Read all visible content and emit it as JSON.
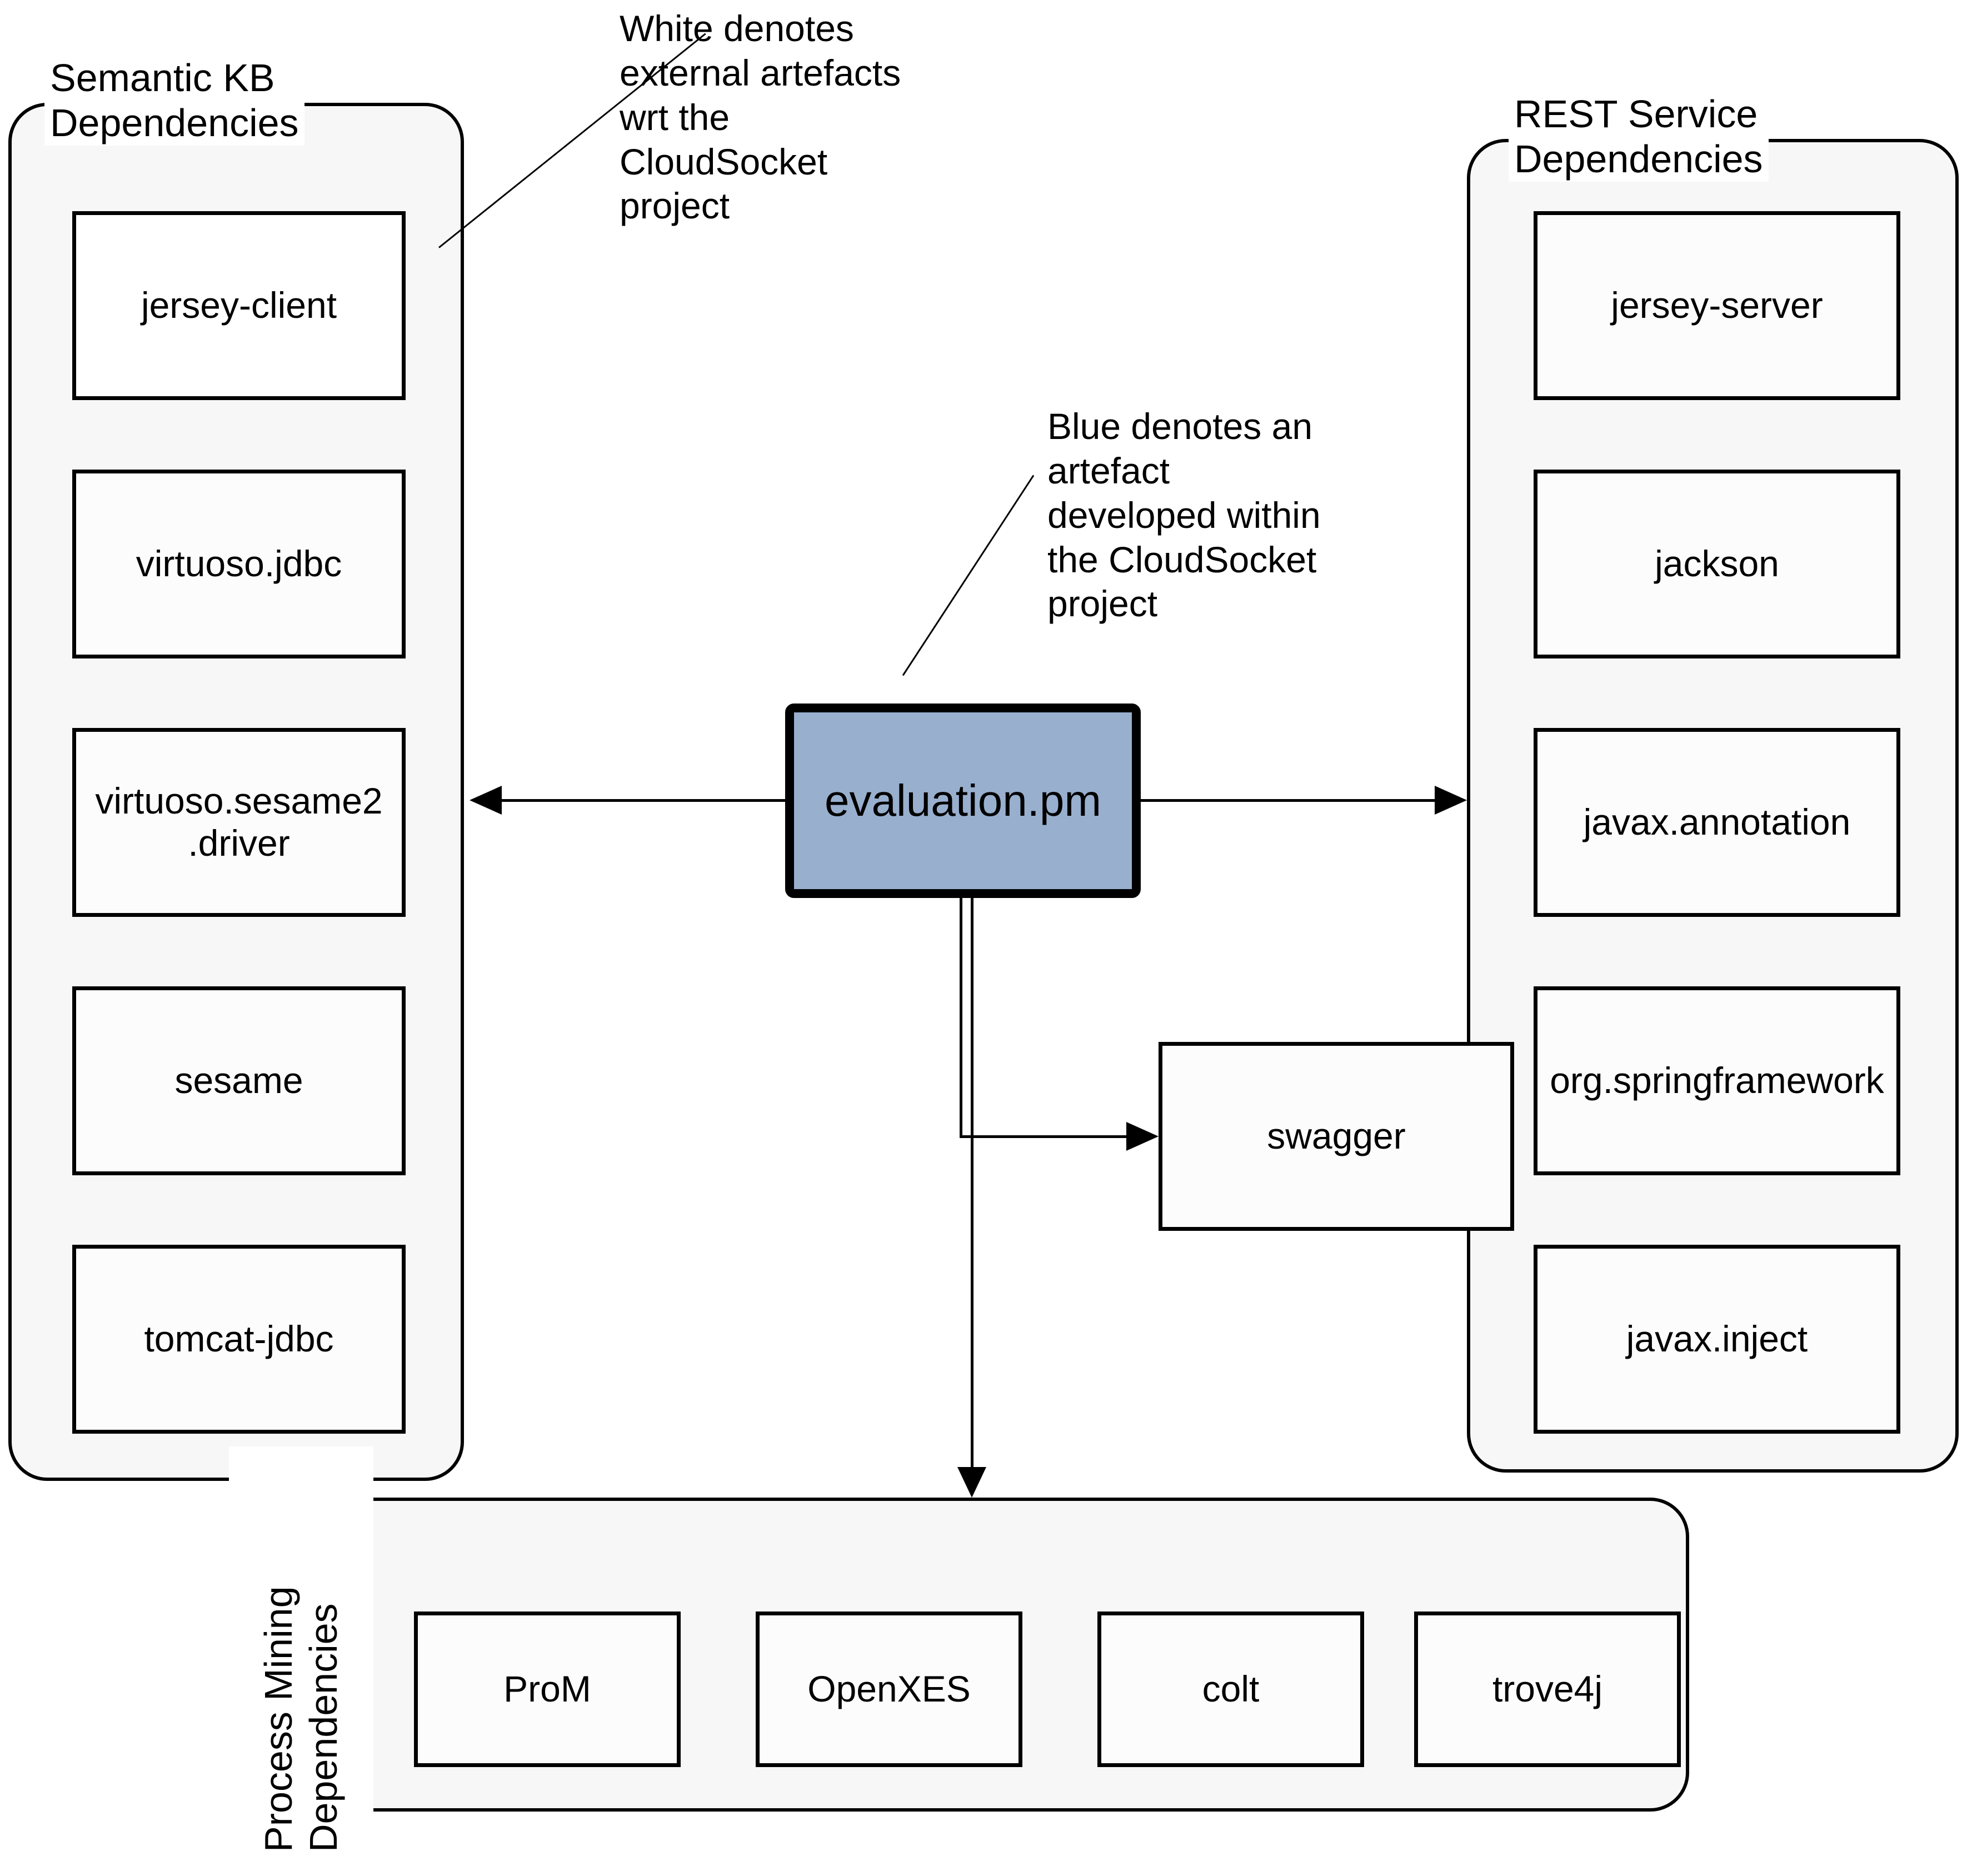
{
  "colors": {
    "artefact_blue": "#99afce",
    "container_fill": "#f7f7f7",
    "box_fill": "#fcfcfc",
    "line_black": "#000000"
  },
  "legend_notes": {
    "white_note": "White denotes\nexternal artefacts\nwrt the\nCloudSocket\nproject",
    "blue_note": "Blue denotes an\nartefact\ndeveloped within\nthe CloudSocket\nproject"
  },
  "center": {
    "label": "evaluation.pm"
  },
  "swagger": {
    "label": "swagger"
  },
  "groups": {
    "semantic_kb": {
      "title": "Semantic KB\nDependencies",
      "items": [
        "jersey-client",
        "virtuoso.jdbc",
        "virtuoso.sesame2\n.driver",
        "sesame",
        "tomcat-jdbc"
      ]
    },
    "rest_service": {
      "title": "REST Service\nDependencies",
      "items": [
        "jersey-server",
        "jackson",
        "javax.annotation",
        "org.springframework",
        "javax.inject"
      ]
    },
    "process_mining": {
      "title": "Process Mining\nDependencies",
      "items": [
        "ProM",
        "OpenXES",
        "colt",
        "trove4j"
      ]
    }
  }
}
